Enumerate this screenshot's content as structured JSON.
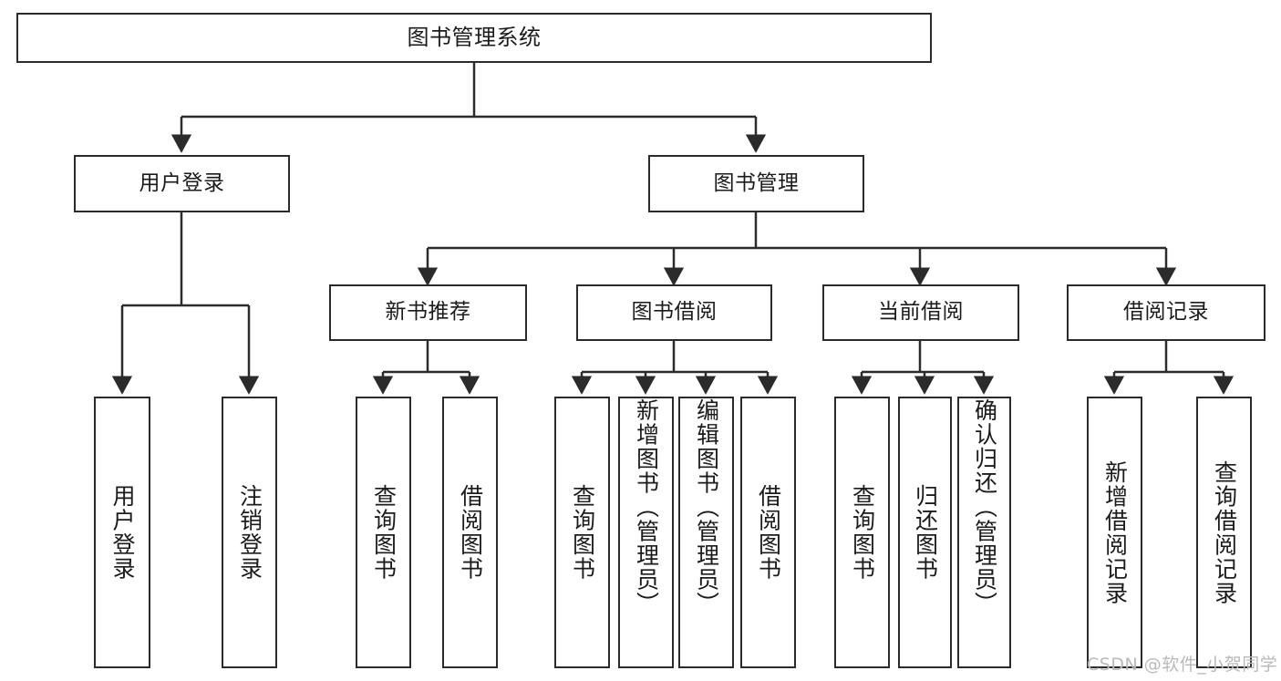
{
  "diagram": {
    "title": "图书管理系统",
    "watermark": "CSDN @软件_小贺同学",
    "line_color": "#2b2b2b",
    "background_color": "#ffffff",
    "text_color": "#1b1b1b"
  },
  "nodes": {
    "root": {
      "label": "图书管理系统"
    },
    "level1": [
      {
        "label": "用户登录"
      },
      {
        "label": "图书管理"
      }
    ],
    "level2": [
      {
        "label": "新书推荐"
      },
      {
        "label": "图书借阅"
      },
      {
        "label": "当前借阅"
      },
      {
        "label": "借阅记录"
      }
    ],
    "leaves": {
      "user_login": [
        {
          "label": "用户登录"
        },
        {
          "label": "注销登录"
        }
      ],
      "new_book_recommend": [
        {
          "label": "查询图书"
        },
        {
          "label": "借阅图书"
        }
      ],
      "book_borrow": [
        {
          "label": "查询图书"
        },
        {
          "label": "新增图书（管理员）"
        },
        {
          "label": "编辑图书（管理员）"
        },
        {
          "label": "借阅图书"
        }
      ],
      "current_borrow": [
        {
          "label": "查询图书"
        },
        {
          "label": "归还图书"
        },
        {
          "label": "确认归还（管理员）"
        }
      ],
      "borrow_record": [
        {
          "label": "新增借阅记录"
        },
        {
          "label": "查询借阅记录"
        }
      ]
    }
  }
}
